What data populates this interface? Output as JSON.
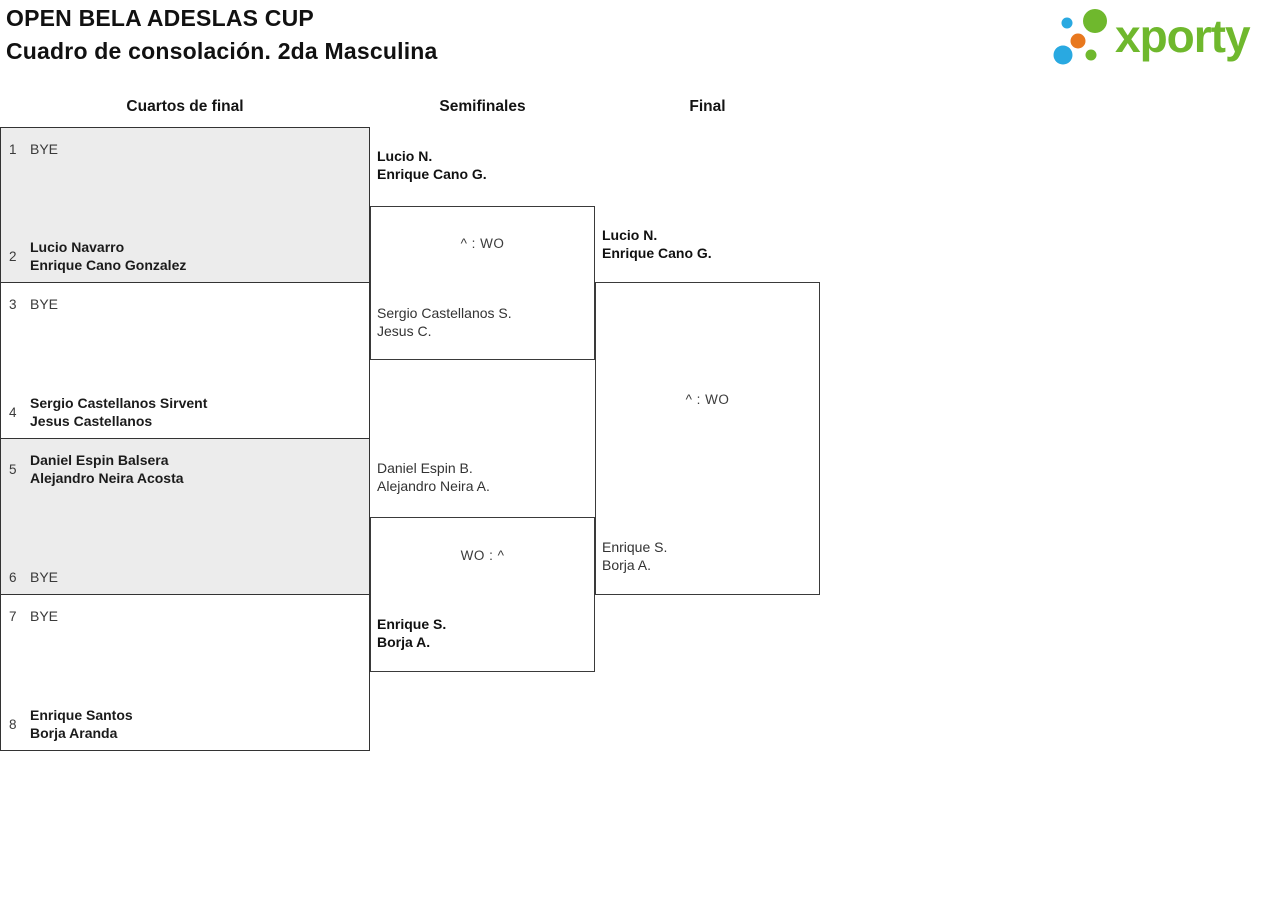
{
  "page": {
    "title_line1": "OPEN BELA ADESLAS CUP",
    "title_line2": "Cuadro de consolación. 2da Masculina"
  },
  "logo": {
    "wordmark": "xporty"
  },
  "colors": {
    "logo_green": "#6fb82d",
    "logo_blue": "#29a9e1",
    "logo_orange": "#e8781e",
    "box_fill_alt": "#ececec",
    "border": "#333333"
  },
  "round_headers": {
    "quarterfinals": "Cuartos de final",
    "semifinals": "Semifinales",
    "final": "Final"
  },
  "quarterfinals": [
    {
      "top": {
        "seed": "1",
        "name1": "BYE"
      },
      "bottom": {
        "seed": "2",
        "name1": "Lucio Navarro",
        "name2": "Enrique Cano Gonzalez"
      }
    },
    {
      "top": {
        "seed": "3",
        "name1": "BYE"
      },
      "bottom": {
        "seed": "4",
        "name1": "Sergio Castellanos Sirvent",
        "name2": "Jesus Castellanos"
      }
    },
    {
      "top": {
        "seed": "5",
        "name1": "Daniel Espin Balsera",
        "name2": "Alejandro Neira Acosta"
      },
      "bottom": {
        "seed": "6",
        "name1": "BYE"
      }
    },
    {
      "top": {
        "seed": "7",
        "name1": "BYE"
      },
      "bottom": {
        "seed": "8",
        "name1": "Enrique Santos",
        "name2": "Borja Aranda"
      }
    }
  ],
  "semifinals": [
    {
      "team1": {
        "name1": "Lucio N.",
        "name2": "Enrique Cano G."
      },
      "score": "^ : WO",
      "team2": {
        "name1": "Sergio Castellanos S.",
        "name2": "Jesus C."
      }
    },
    {
      "team1": {
        "name1": "Daniel Espin B.",
        "name2": "Alejandro Neira A."
      },
      "score": "WO : ^",
      "team2": {
        "name1": "Enrique S.",
        "name2": "Borja A."
      }
    }
  ],
  "final": {
    "team1": {
      "name1": "Lucio N.",
      "name2": "Enrique Cano G."
    },
    "score": "^ : WO",
    "team2": {
      "name1": "Enrique S.",
      "name2": "Borja A."
    }
  }
}
